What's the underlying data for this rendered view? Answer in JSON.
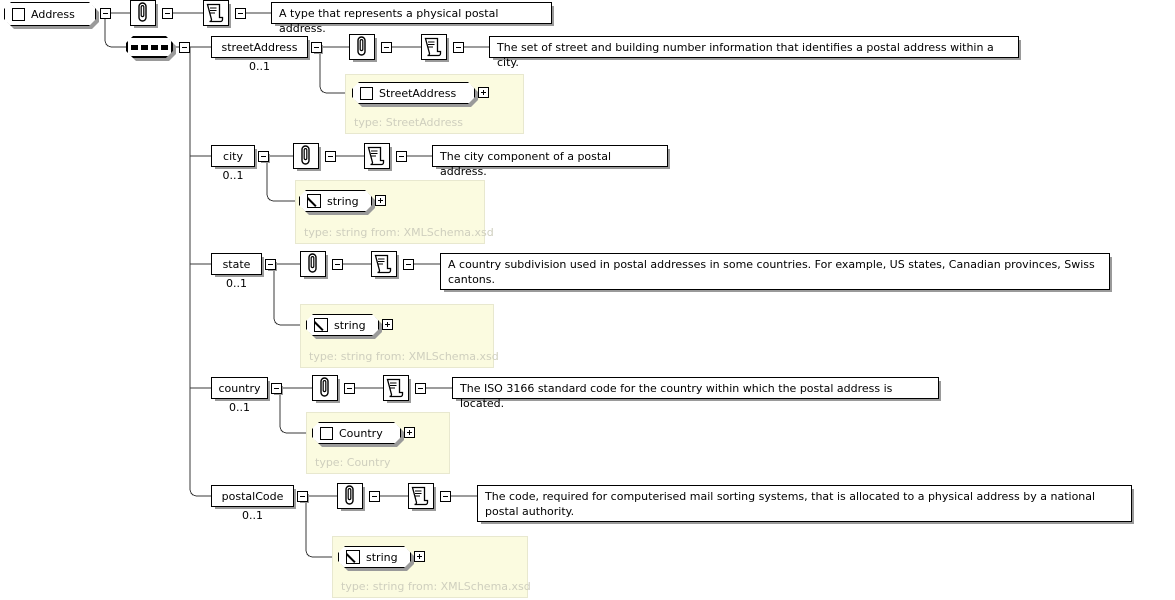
{
  "diagram": {
    "title": "Address",
    "root": {
      "name": "Address",
      "icon": "complex-type-icon",
      "annotation_icon": "paperclip-icon",
      "documentation_icon": "document-scroll-icon",
      "documentation": "A type that represents a physical postal address.",
      "compositor": "sequence-icon"
    },
    "elements": [
      {
        "name": "streetAddress",
        "occurs": "0..1",
        "annotation_icon": "paperclip-icon",
        "documentation_icon": "document-scroll-icon",
        "documentation": "The set of street and building number information that identifies a postal address within a city.",
        "type_node": {
          "label": "StreetAddress",
          "kind": "complex-type-icon",
          "caption": "type: StreetAddress",
          "expand": "+"
        }
      },
      {
        "name": "city",
        "occurs": "0..1",
        "annotation_icon": "paperclip-icon",
        "documentation_icon": "document-scroll-icon",
        "documentation": "The city component of a postal address.",
        "type_node": {
          "label": "string",
          "kind": "simple-type-icon",
          "caption": "type: string from: XMLSchema.xsd",
          "expand": "+"
        }
      },
      {
        "name": "state",
        "occurs": "0..1",
        "annotation_icon": "paperclip-icon",
        "documentation_icon": "document-scroll-icon",
        "documentation": "A country subdivision used in postal addresses in some countries. For example, US states, Canadian provinces, Swiss cantons.",
        "type_node": {
          "label": "string",
          "kind": "simple-type-icon",
          "caption": "type: string from: XMLSchema.xsd",
          "expand": "+"
        }
      },
      {
        "name": "country",
        "occurs": "0..1",
        "annotation_icon": "paperclip-icon",
        "documentation_icon": "document-scroll-icon",
        "documentation": "The ISO 3166 standard code for the country within which the postal address is located.",
        "type_node": {
          "label": "Country",
          "kind": "complex-type-icon",
          "caption": "type: Country",
          "expand": "+"
        }
      },
      {
        "name": "postalCode",
        "occurs": "0..1",
        "annotation_icon": "paperclip-icon",
        "documentation_icon": "document-scroll-icon",
        "documentation": "The code, required for computerised mail sorting systems, that is allocated to a physical address by a national postal authority.",
        "type_node": {
          "label": "string",
          "kind": "simple-type-icon",
          "caption": "type: string from: XMLSchema.xsd",
          "expand": "+"
        }
      }
    ],
    "colors": {
      "panel_background": "#fbfbe0",
      "panel_border": "#e8e8cf",
      "caption_text": "#cfcfbe",
      "line": "#3a3a3a",
      "shadow": "#9a9a9a"
    }
  }
}
